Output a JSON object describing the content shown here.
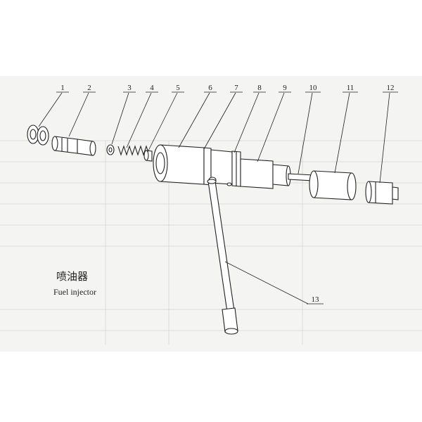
{
  "caption": {
    "chinese": "喷油器",
    "english": "Fuel injector"
  },
  "callouts": [
    {
      "number": "1"
    },
    {
      "number": "2"
    },
    {
      "number": "3"
    },
    {
      "number": "4"
    },
    {
      "number": "5"
    },
    {
      "number": "6"
    },
    {
      "number": "7"
    },
    {
      "number": "8"
    },
    {
      "number": "9"
    },
    {
      "number": "10"
    },
    {
      "number": "11"
    },
    {
      "number": "12"
    },
    {
      "number": "13"
    }
  ]
}
